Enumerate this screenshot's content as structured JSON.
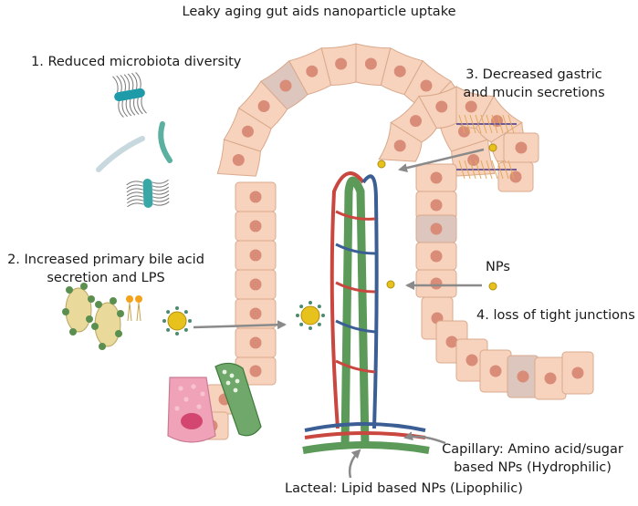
{
  "title": "Leaky aging gut aids nanoparticle uptake",
  "labels": {
    "item1": "1. Reduced microbiota diversity",
    "item2_line1": "2. Increased primary bile acid",
    "item2_line2": "secretion and LPS",
    "item3_line1": "3. Decreased gastric",
    "item3_line2": "and mucin secretions",
    "item4": "4. loss of tight junctions",
    "nps": "NPs",
    "capillary_line1": "Capillary: Amino acid/sugar",
    "capillary_line2": "based NPs (Hydrophilic)",
    "lacteal": "Lacteal: Lipid based NPs (Lipophilic)"
  },
  "colors": {
    "cell_fill": "#f7d3bd",
    "cell_stroke": "#d9a98c",
    "nucleus": "#d98d78",
    "grey_cell": "#dcc6be",
    "capillary_red": "#c9473f",
    "capillary_blue": "#3b5f94",
    "lacteal_green": "#5b9a58",
    "nanoparticle": "#e8c21c",
    "arrow": "#8a8a8a",
    "bacteria_teal": "#3aa7a7",
    "bile_green": "#5b8f4f",
    "goblet_pink": "#f0a3b8"
  },
  "icons": [
    "bacterium-icon",
    "bile-acid-micelle-icon",
    "lps-icon",
    "mucin-strand-icon",
    "nanoparticle-icon",
    "goblet-cell-icon",
    "enteroendocrine-cell-icon"
  ]
}
